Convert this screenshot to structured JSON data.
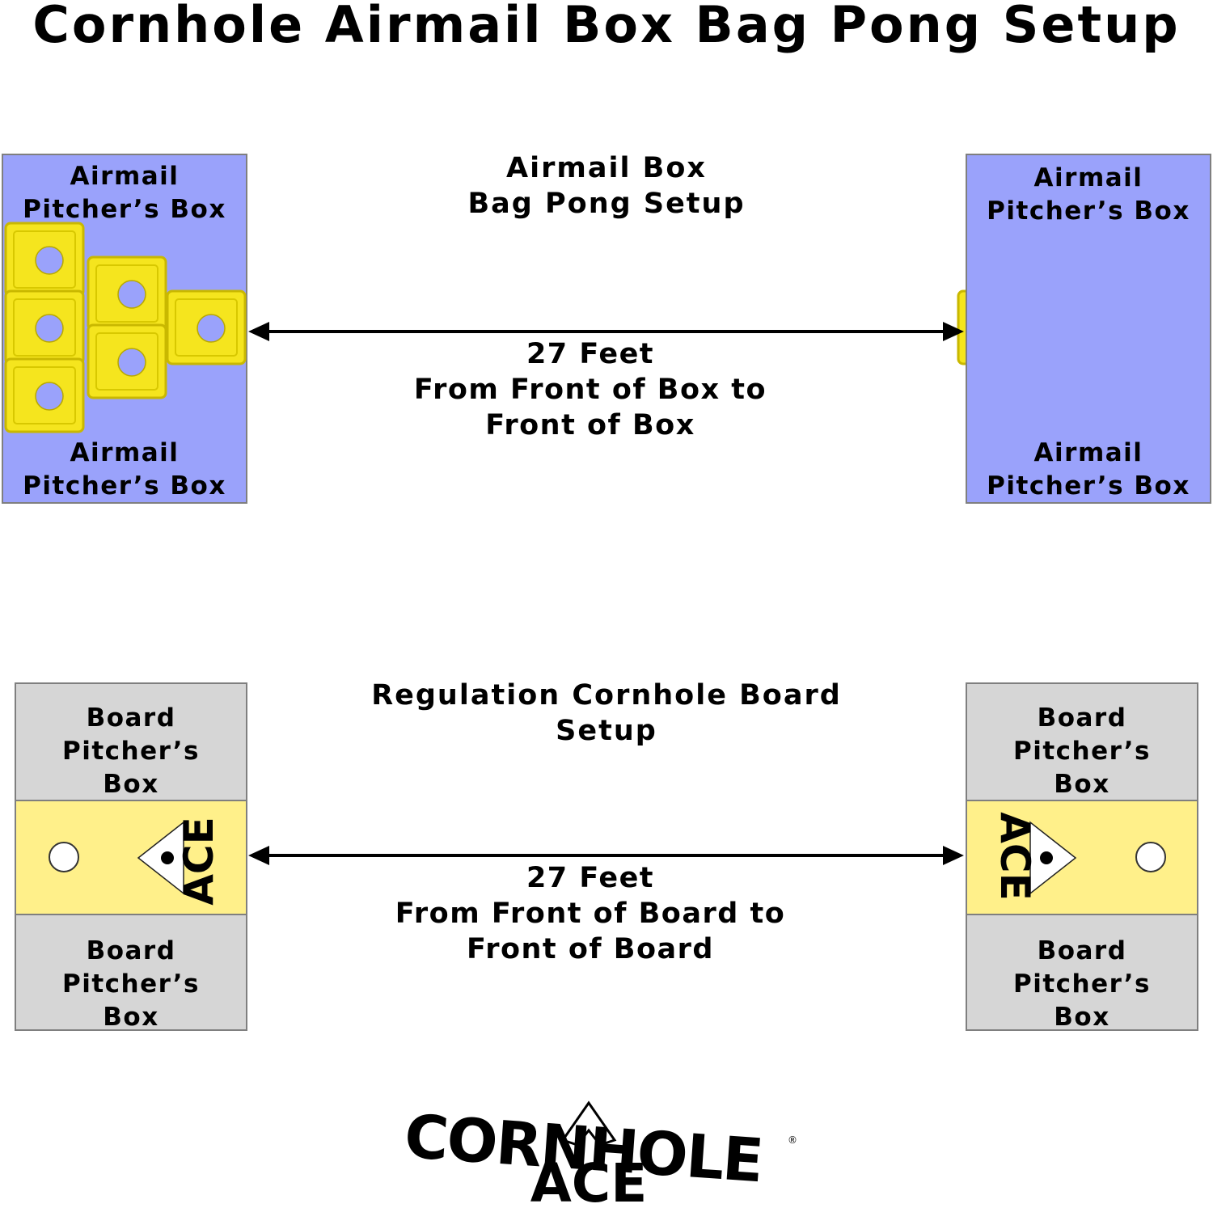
{
  "title": "Cornhole Airmail Box Bag Pong Setup",
  "airmail_setup": {
    "heading_line1": "Airmail Box",
    "heading_line2": "Bag Pong Setup",
    "left_top_label_line1": "Airmail",
    "left_top_label_line2": "Pitcher’s Box",
    "left_bottom_label_line1": "Airmail",
    "left_bottom_label_line2": "Pitcher’s Box",
    "right_top_label_line1": "Airmail",
    "right_top_label_line2": "Pitcher’s Box",
    "right_bottom_label_line1": "Airmail",
    "right_bottom_label_line2": "Pitcher’s Box",
    "distance_line1": "27 Feet",
    "distance_line2": "From Front of Box to",
    "distance_line3": "Front of Box"
  },
  "board_setup": {
    "heading_line1": "Regulation Cornhole Board",
    "heading_line2": "Setup",
    "left_top_label_line1": "Board Pitcher’s",
    "left_top_label_line2": "Box",
    "left_bottom_label_line1": "Board Pitcher’s",
    "left_bottom_label_line2": "Box",
    "right_top_label_line1": "Board Pitcher’s",
    "right_top_label_line2": "Box",
    "right_bottom_label_line1": "Board Pitcher’s",
    "right_bottom_label_line2": "Box",
    "distance_line1": "27 Feet",
    "distance_line2": "From Front of Board to",
    "distance_line3": "Front of Board",
    "board_logo_text": "ACE"
  },
  "logo": {
    "line1": "CORNHOLE",
    "line2": "ACE",
    "registered_mark": "®"
  },
  "colors": {
    "airmail_panel": "#9aa2fb",
    "airmail_box_yellow": "#f5e51e",
    "board_yellow": "#fff08a",
    "pitcher_box_grey": "#d6d6d6"
  },
  "icons": {
    "airmail_box": "airmail-box-icon",
    "arrow": "double-arrow-icon",
    "logo": "cornhole-ace-logo"
  }
}
